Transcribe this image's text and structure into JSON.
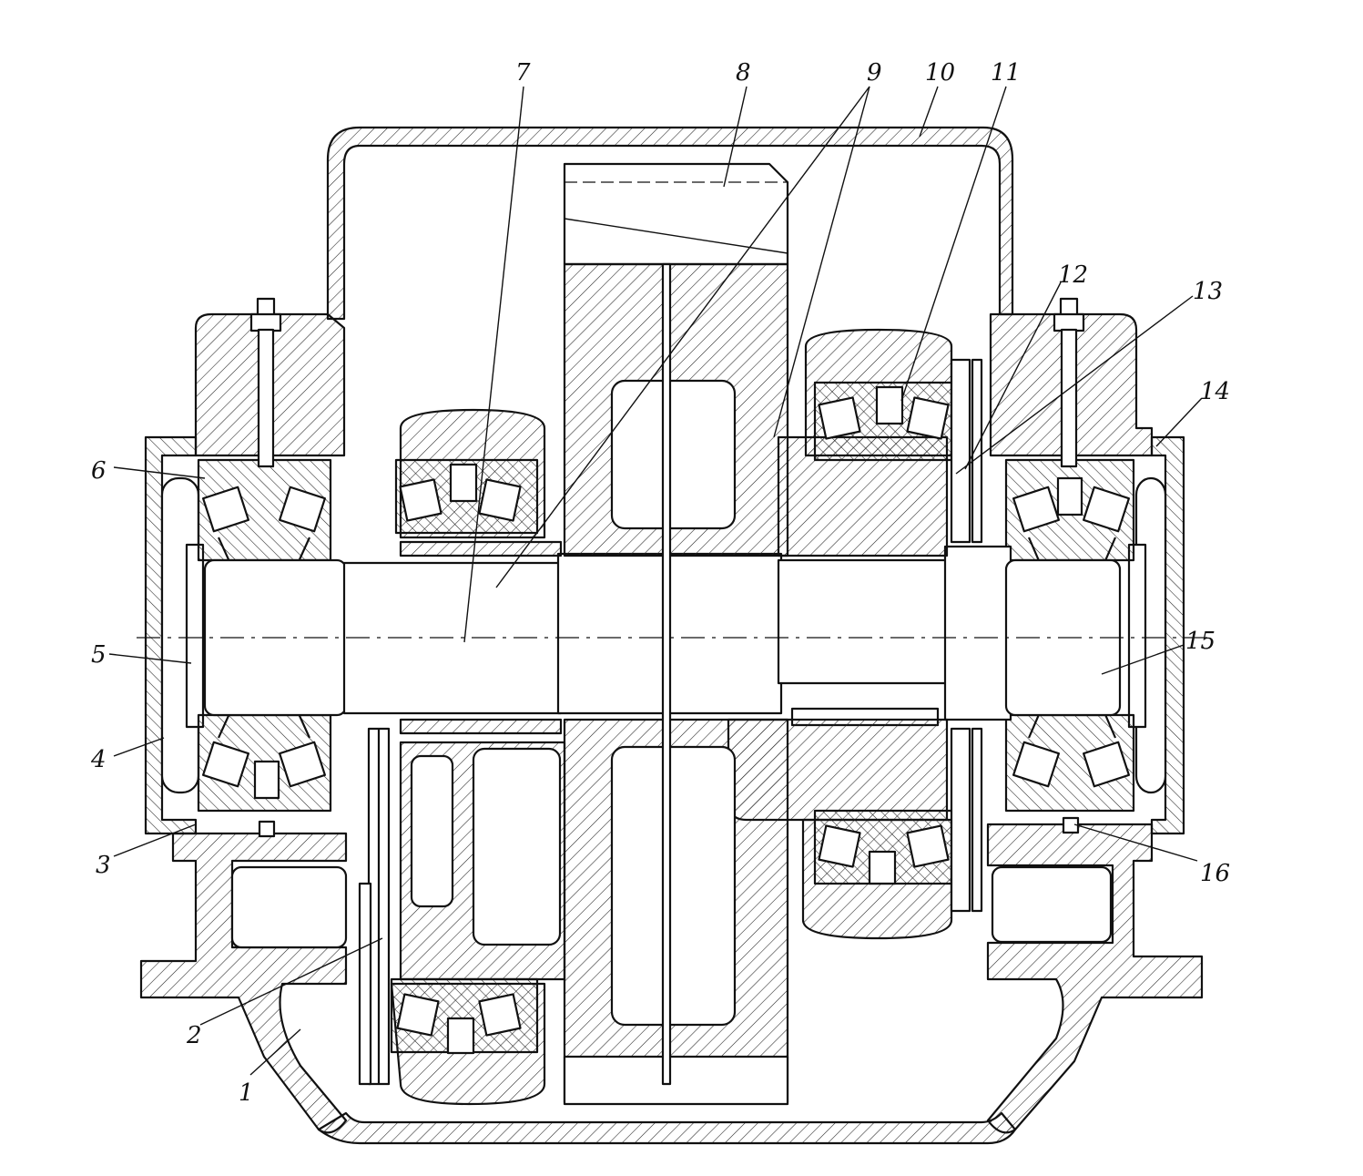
{
  "figure": {
    "callouts": [
      {
        "id": "c1",
        "text": "1"
      },
      {
        "id": "c2",
        "text": "2"
      },
      {
        "id": "c3",
        "text": "3"
      },
      {
        "id": "c4",
        "text": "4"
      },
      {
        "id": "c5",
        "text": "5"
      },
      {
        "id": "c6",
        "text": "6"
      },
      {
        "id": "c7",
        "text": "7"
      },
      {
        "id": "c8",
        "text": "8"
      },
      {
        "id": "c9",
        "text": "9"
      },
      {
        "id": "c10",
        "text": "10"
      },
      {
        "id": "c11",
        "text": "11"
      },
      {
        "id": "c12",
        "text": "12"
      },
      {
        "id": "c13",
        "text": "13"
      },
      {
        "id": "c14",
        "text": "14"
      },
      {
        "id": "c15",
        "text": "15"
      },
      {
        "id": "c16",
        "text": "16"
      }
    ]
  },
  "colors": {
    "ink": "#111111",
    "paper": "#ffffff"
  }
}
